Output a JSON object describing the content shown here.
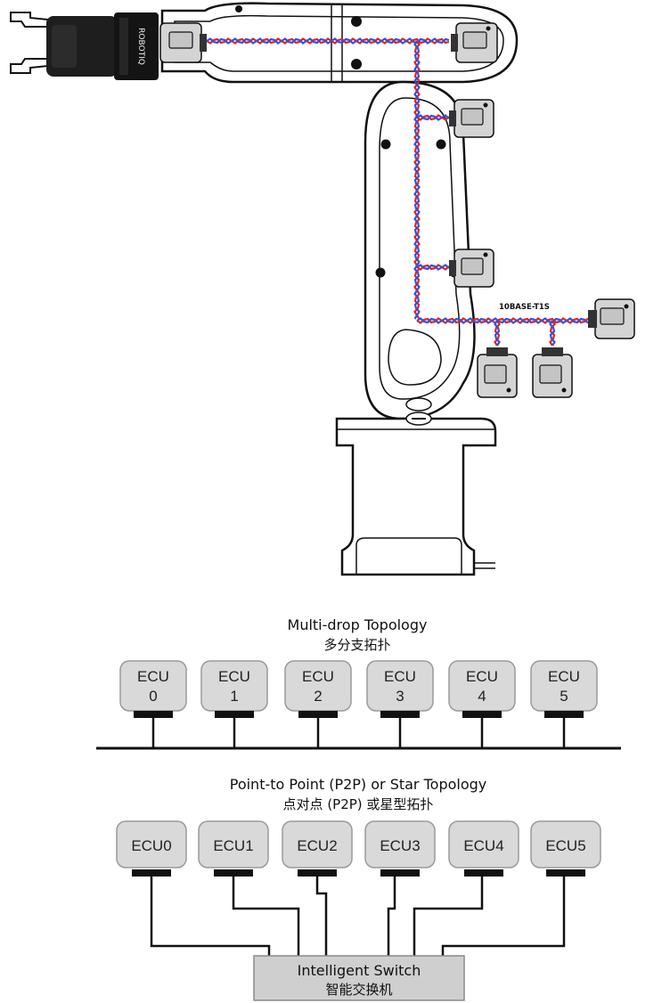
{
  "robot": {
    "brand_text": "ROBOTIQ",
    "bus_label": "10BASE-T1S",
    "cable_colors": {
      "wire_a": "#d7262b",
      "wire_b": "#3b4fd1"
    },
    "connector_fill": "#d4d4d4"
  },
  "multidrop": {
    "title_en": "Multi-drop Topology",
    "title_zh": "多分支拓扑",
    "ecus": [
      {
        "top": "ECU",
        "bottom": "0"
      },
      {
        "top": "ECU",
        "bottom": "1"
      },
      {
        "top": "ECU",
        "bottom": "2"
      },
      {
        "top": "ECU",
        "bottom": "3"
      },
      {
        "top": "ECU",
        "bottom": "4"
      },
      {
        "top": "ECU",
        "bottom": "5"
      }
    ]
  },
  "star": {
    "title_en": "Point-to Point (P2P) or Star Topology",
    "title_zh": "点对点 (P2P) 或星型拓扑",
    "ecus": [
      "ECU0",
      "ECU1",
      "ECU2",
      "ECU3",
      "ECU4",
      "ECU5"
    ],
    "switch_en": "Intelligent Switch",
    "switch_zh": "智能交换机"
  },
  "colors": {
    "ecu_fill": "#d9d9d9",
    "ecu_stroke": "#9a9a9a",
    "switch_fill": "#cfcfcf",
    "line": "#111111"
  }
}
